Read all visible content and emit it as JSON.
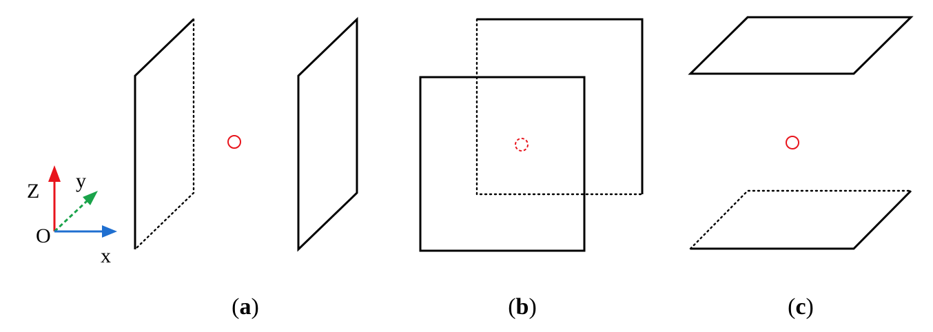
{
  "axes": {
    "z_label": "Z",
    "y_label": "y",
    "x_label": "x",
    "origin_label": "O",
    "colors": {
      "z": "#e8141c",
      "y": "#1aa34a",
      "x": "#1f6fd0"
    }
  },
  "panels": [
    {
      "id": "a",
      "open": "(",
      "letter": "a",
      "close": ")"
    },
    {
      "id": "b",
      "open": "(",
      "letter": "b",
      "close": ")"
    },
    {
      "id": "c",
      "open": "(",
      "letter": "c",
      "close": ")"
    }
  ],
  "particle_color": "#e8141c"
}
